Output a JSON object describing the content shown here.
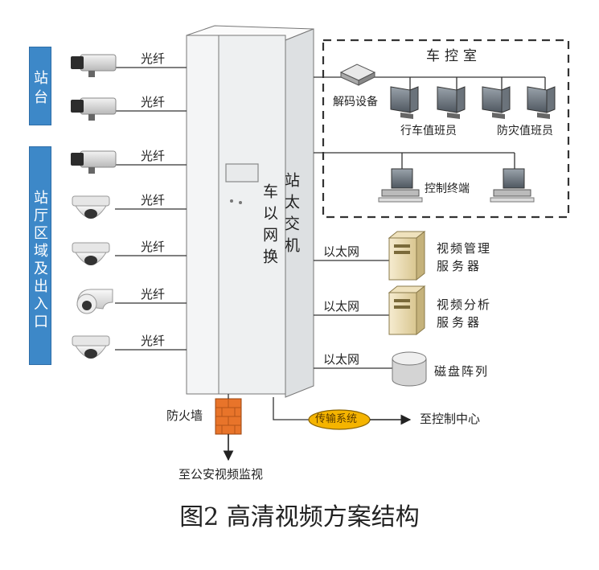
{
  "caption": "图2 高清视频方案结构",
  "groups": {
    "platform": "站台",
    "hall": "站厅区域及出入口"
  },
  "switch_label": {
    "col1": "车以网换",
    "col2": "站太交机"
  },
  "link_labels": {
    "fiber": "光纤",
    "ethernet": "以太网"
  },
  "control_room": {
    "title": "车控室",
    "decoder": "解码设备",
    "driver_duty": "行车值班员",
    "fire_duty": "防灾值班员",
    "control_terminal": "控制终端"
  },
  "servers": {
    "video_mgmt": [
      "视频管理",
      "服务器"
    ],
    "video_analysis": [
      "视频分析",
      "服务器"
    ],
    "disk_array": "磁盘阵列"
  },
  "firewall": "防火墙",
  "to_police": "至公安视频监视",
  "transport": "传输系统",
  "to_control_center": "至控制中心",
  "colors": {
    "group_box": "#3d88c8",
    "switch_body": "#f2f4f5",
    "firewall": "#e8742a",
    "transport": "#f5b400"
  }
}
